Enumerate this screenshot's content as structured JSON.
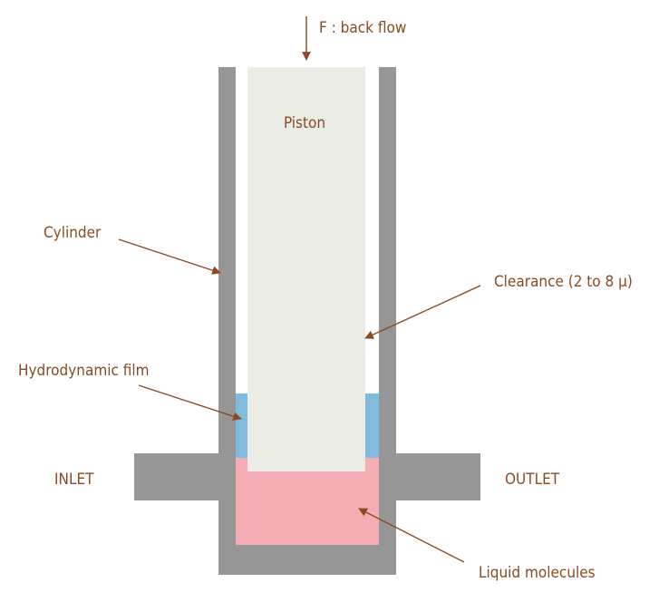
{
  "labels": {
    "force": "F : back flow",
    "piston": "Piston",
    "cylinder": "Cylinder",
    "clearance": "Clearance (2 to 8 µ)",
    "film": "Hydrodynamic film",
    "inlet": "INLET",
    "outlet": "OUTLET",
    "liquid": "Liquid molecules"
  },
  "colors": {
    "cylinder": "#959695",
    "piston": "#ecece6",
    "film": "#7fbadf",
    "liquid": "#f4adb3",
    "text": "#8a4a22",
    "arrow": "#8a4a22"
  }
}
